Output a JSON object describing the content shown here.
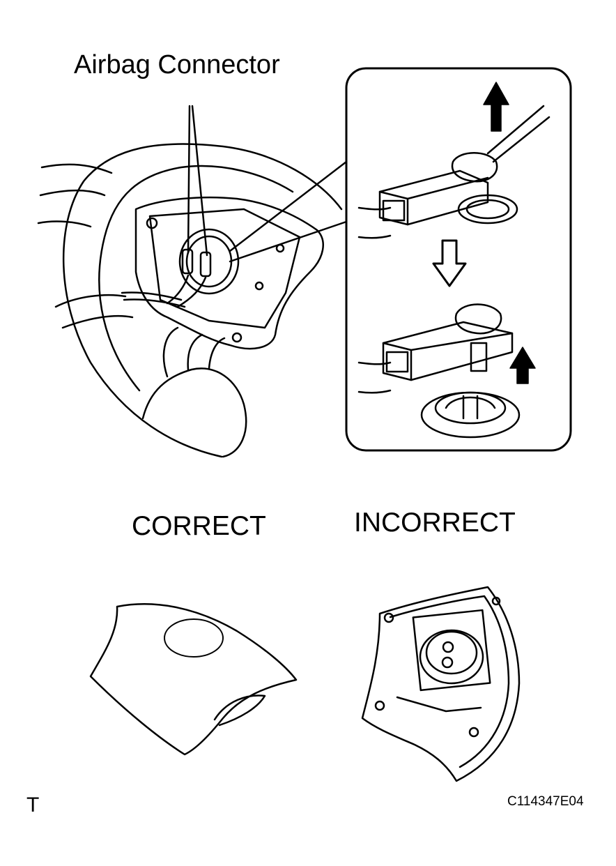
{
  "labels": {
    "connector": "Airbag Connector",
    "correct": "CORRECT",
    "incorrect": "INCORRECT",
    "corner_mark": "T",
    "figure_code": "C114347E04"
  },
  "icons": {
    "pull_up": "arrow-up-icon",
    "then": "hollow-arrow-down-icon",
    "lift": "arrow-up-icon"
  },
  "colors": {
    "line": "#000000",
    "background": "#ffffff"
  }
}
